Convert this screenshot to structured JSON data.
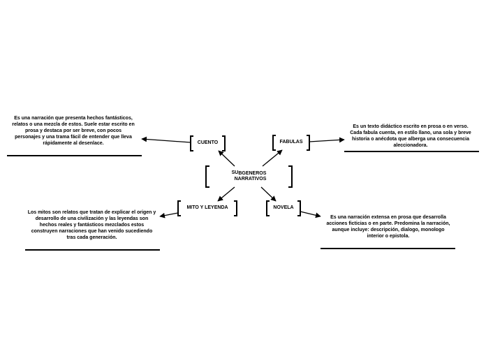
{
  "central": {
    "label_line1_part1": "SU",
    "label_line1_part2": "BGENEROS",
    "label_line2": "NARRATIVOS"
  },
  "branches": {
    "cuento": {
      "label": "CUENTO",
      "note": "Es una narración que presenta hechos fantásticos, relatos o una mezcla de estos. Suele estar escrito en prosa y destaca por ser breve, con pocos personajes y una trama fácil de entender que lleva rápidamente al desenlace."
    },
    "fabulas": {
      "label": "FABULAS",
      "note": "Es un texto didáctico escrito en prosa o en verso. Cada fabula cuenta, en estilo llano, una sola y breve historia o anécdota que alberga una consecuencia aleccionadora."
    },
    "mito": {
      "label": "MITO Y LEYENDA",
      "note": "Los mitos son relatos que tratan de explicar el origen y desarrollo de una civilización y las leyendas son hechos reales y fantásticos mezclados estos construyen narraciones que han venido sucediendo tras cada generación."
    },
    "novela": {
      "label": "NOVELA",
      "note": "Es una narración extensa en prosa que desarrolla acciones ficticias o en parte. Predomina la narración, aunque incluye: descripción, dialogo, monologo interior o epistola."
    }
  },
  "colors": {
    "line": "#000000",
    "background": "#ffffff"
  }
}
